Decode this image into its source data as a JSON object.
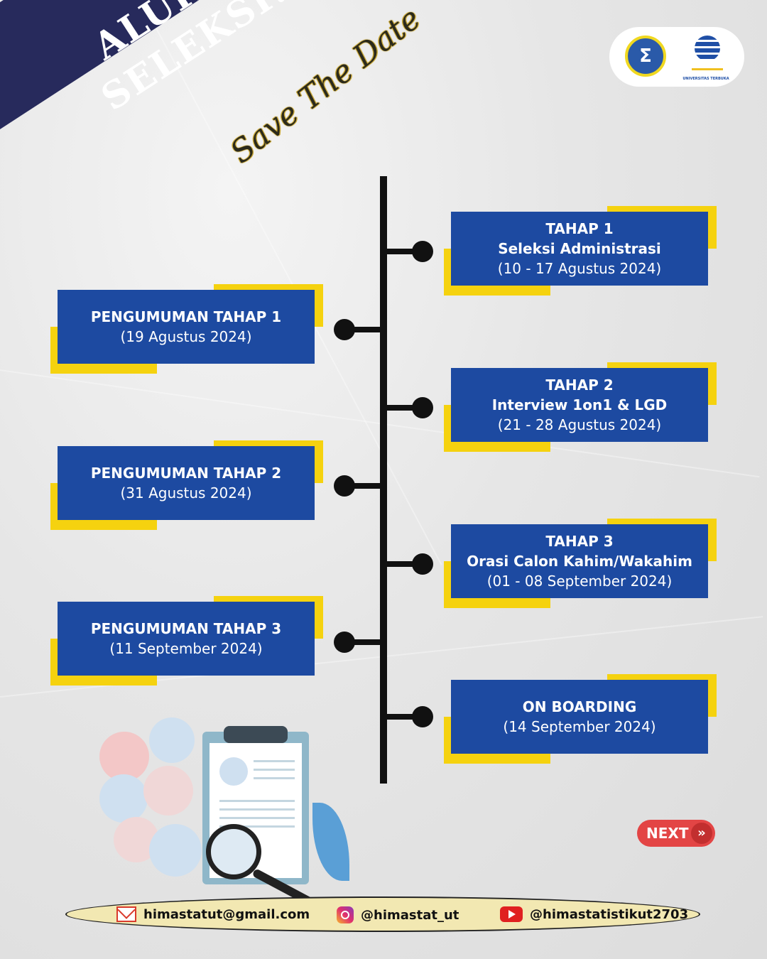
{
  "banner": {
    "line1": "ALUR",
    "line2": "SELEKSI!"
  },
  "save_the_date": "Save The Date",
  "logos": {
    "sigma_symbol": "Σ",
    "ut_label": "UNIVERSITAS TERBUKA"
  },
  "timeline": {
    "right": [
      {
        "title": "TAHAP 1",
        "subtitle": "Seleksi Administrasi",
        "date": "(10 - 17 Agustus 2024)"
      },
      {
        "title": "TAHAP 2",
        "subtitle": "Interview 1on1 & LGD",
        "date": "(21 - 28 Agustus 2024)"
      },
      {
        "title": "TAHAP 3",
        "subtitle": "Orasi Calon Kahim/Wakahim",
        "date": "(01 - 08 September 2024)"
      },
      {
        "title": "ON BOARDING",
        "date": "(14 September 2024)"
      }
    ],
    "left": [
      {
        "title": "PENGUMUMAN TAHAP 1",
        "date": "(19 Agustus 2024)"
      },
      {
        "title": "PENGUMUMAN TAHAP 2",
        "date": "(31 Agustus 2024)"
      },
      {
        "title": "PENGUMUMAN TAHAP 3",
        "date": "(11 September 2024)"
      }
    ]
  },
  "next_button": {
    "label": "NEXT",
    "arrow": "»"
  },
  "footer": {
    "email": "himastatut@gmail.com",
    "instagram": "@himastat_ut",
    "youtube": "@himastatistikut2703"
  },
  "colors": {
    "navy": "#272a5c",
    "card_blue": "#1d4aa1",
    "accent_yellow": "#f5d20f",
    "next_red": "#e34545"
  }
}
